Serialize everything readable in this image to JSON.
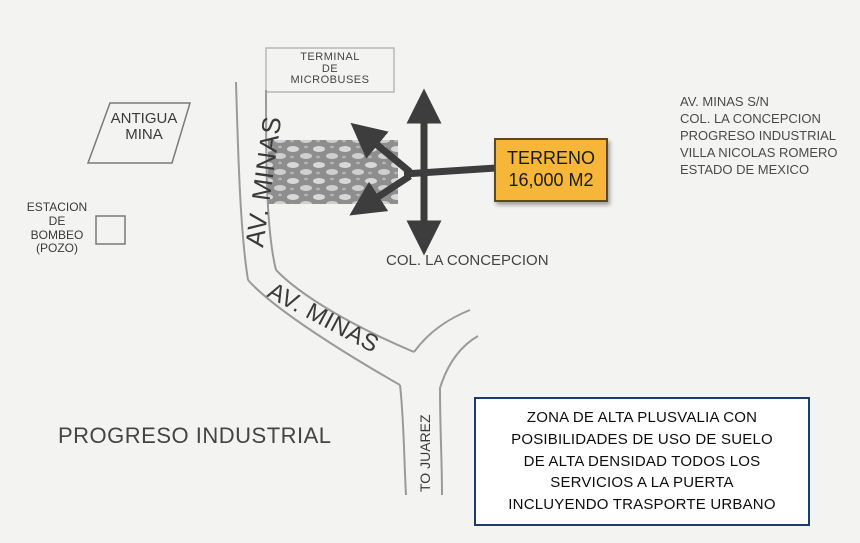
{
  "labels": {
    "terminal": [
      "TERMINAL",
      "DE",
      "MICROBUSES"
    ],
    "antigua_mina": [
      "ANTIGUA",
      "MINA"
    ],
    "estacion": [
      "ESTACION",
      "DE",
      "BOMBEO",
      "(POZO)"
    ],
    "av_minas": "AV. MINAS",
    "col_concepcion": "COL. LA CONCEPCION",
    "to_juarez": "TO JUAREZ",
    "progreso": "PROGRESO INDUSTRIAL"
  },
  "address": [
    "AV. MINAS S/N",
    "COL. LA CONCEPCION",
    "PROGRESO INDUSTRIAL",
    "VILLA NICOLAS ROMERO",
    "ESTADO DE MEXICO"
  ],
  "terreno": [
    "TERRENO",
    "16,000 M2"
  ],
  "info": [
    "ZONA DE ALTA PLUSVALIA CON",
    "POSIBILIDADES DE USO DE SUELO",
    "DE ALTA DENSIDAD TODOS LOS",
    "SERVICIOS A  LA PUERTA",
    "INCLUYENDO TRASPORTE URBANO"
  ],
  "colors": {
    "terreno_fill": "#f6b739",
    "info_border": "#1f3b6b",
    "ink": "#3a3a3a",
    "arrow": "#3d3d3d"
  }
}
